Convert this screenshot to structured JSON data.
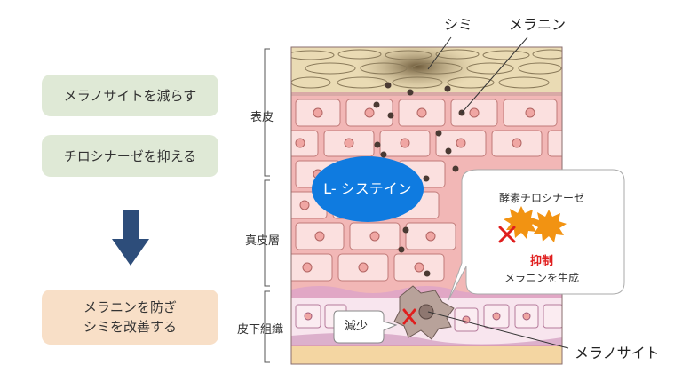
{
  "left_boxes": [
    {
      "text": "メラノサイトを減らす"
    },
    {
      "text": "チロシナーゼを抑える"
    },
    {
      "text": "メラニンを防ぎ\nシミを改善する"
    }
  ],
  "layers": {
    "epidermis": "表皮",
    "dermis": "真皮層",
    "subcutis": "皮下組織"
  },
  "labels": {
    "spot": "シミ",
    "melanin": "メラニン",
    "melanocyte": "メラノサイト",
    "cysteine": "L- システイン",
    "decrease": "減少",
    "enzyme_title": "酵素チロシナーゼ",
    "inhibit": "抑制",
    "generate": "メラニンを生成"
  },
  "colors": {
    "green_box": "#dfe9d6",
    "peach_box": "#f8dfc7",
    "arrow": "#2d4d7a",
    "skin_cell_fill": "#fbe0df",
    "skin_bg": "#f2b7b6",
    "cysteine_blue": "#0f7be0",
    "inhibit_red": "#e01e1e",
    "enzyme_orange": "#f29312"
  }
}
